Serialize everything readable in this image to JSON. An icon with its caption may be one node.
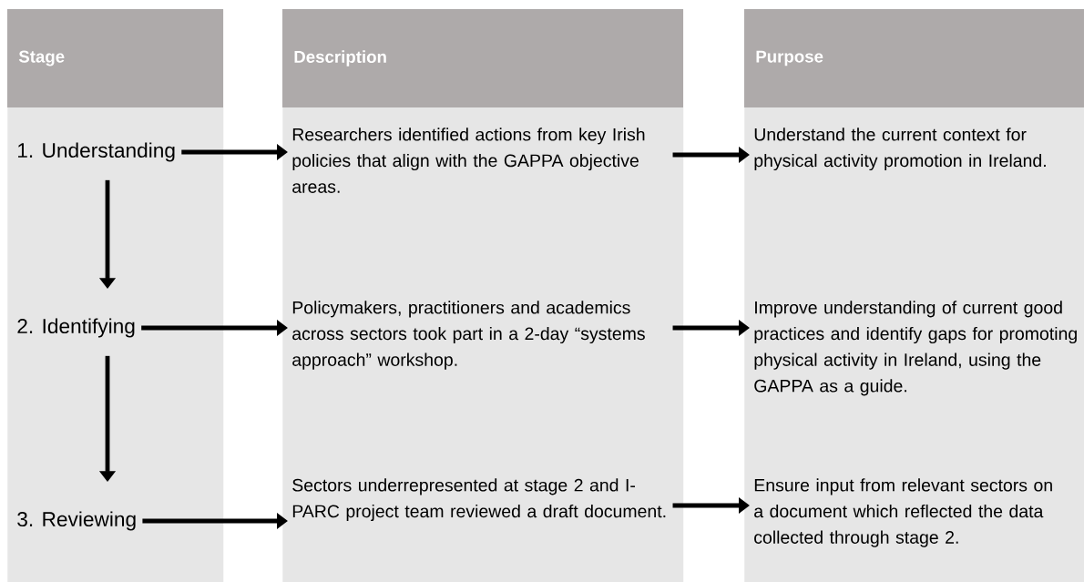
{
  "diagram": {
    "nodes": [
      {
        "text": [
          "Stage"
        ]
      },
      {
        "text": [
          "Description"
        ]
      },
      {
        "text": [
          "Purpose"
        ]
      },
      {
        "text": [
          "1. Understanding"
        ],
        "in": 0
      },
      {
        "text": [
          "Researchers identified actions from key Irish policies that align with the GAPPA objective areas."
        ],
        "in": 1
      },
      {
        "text": [
          "Understand the current context for physical activity promotion in Ireland."
        ],
        "in": 2
      },
      {
        "text": [
          "2. Identifying"
        ],
        "in": 0
      },
      {
        "text": [
          "Policymakers, practitioners and academics across sectors took part in a 2-day “systems approach” workshop."
        ],
        "in": 1
      },
      {
        "text": [
          "Improve understanding of current good practices and identify gaps for promoting physical activity in Ireland, using the GAPPA as a guide."
        ],
        "in": 2
      },
      {
        "text": [
          "3. Reviewing"
        ],
        "in": 0
      },
      {
        "text": [
          "Sectors underrepresented at stage 2 and I-PARC project team reviewed a draft document."
        ],
        "in": 1
      },
      {
        "text": [
          "Ensure input from relevant sectors on a document which reflected the data collected through stage 2."
        ],
        "in": 2
      }
    ],
    "edges": [
      {
        "from": 3,
        "to": 4,
        "arrow": "to"
      },
      {
        "from": 4,
        "to": 5,
        "arrow": "to"
      },
      {
        "from": 3,
        "to": 6,
        "arrow": "to"
      },
      {
        "from": 6,
        "to": 7,
        "arrow": "to"
      },
      {
        "from": 7,
        "to": 8,
        "arrow": "to"
      },
      {
        "from": 6,
        "to": 9,
        "arrow": "to"
      },
      {
        "from": 9,
        "to": 10,
        "arrow": "to"
      },
      {
        "from": 10,
        "to": 11,
        "arrow": "to"
      }
    ]
  }
}
